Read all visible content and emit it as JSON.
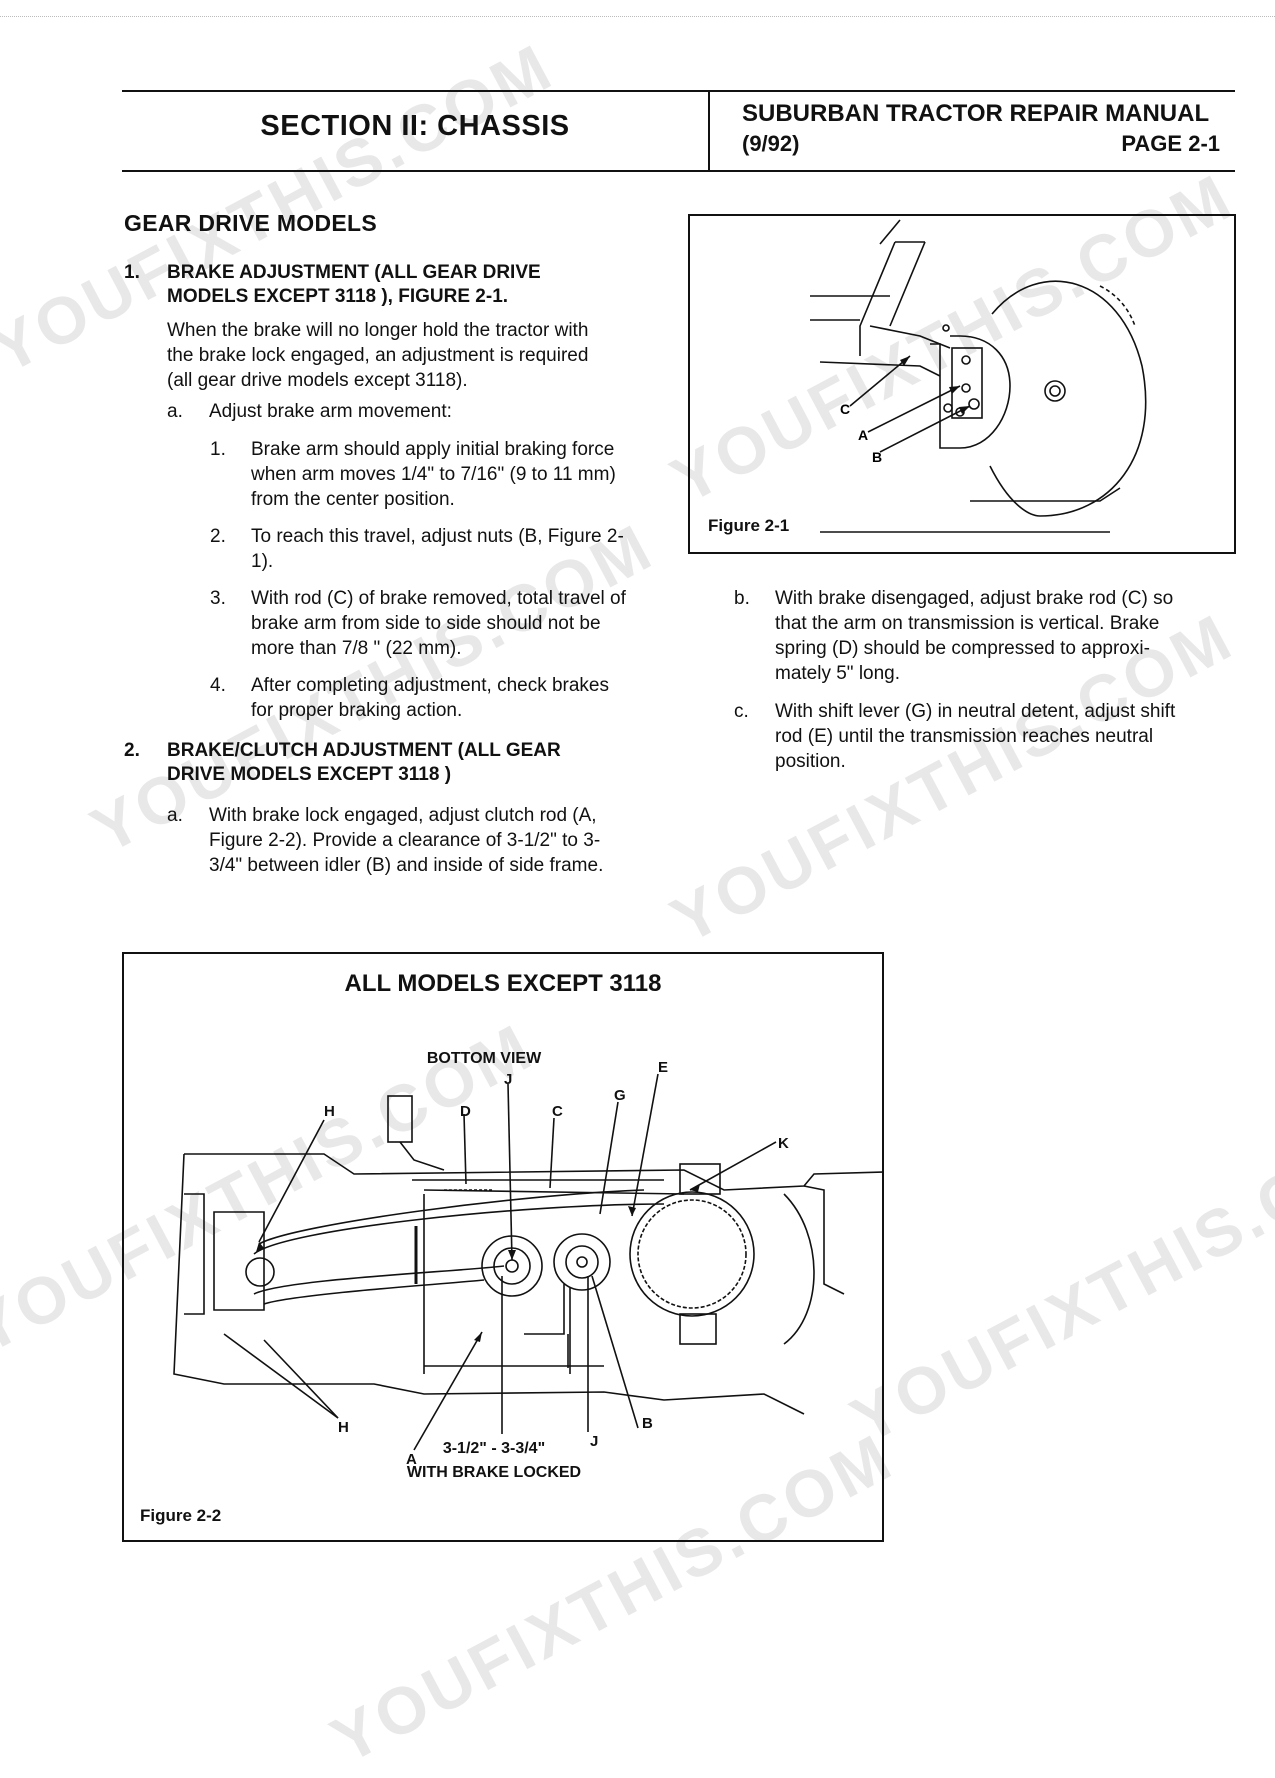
{
  "header": {
    "section_title": "SECTION II:  CHASSIS",
    "manual_title": "SUBURBAN TRACTOR REPAIR MANUAL",
    "manual_date": "(9/92)",
    "page_number": "PAGE 2-1"
  },
  "watermark": "YOUFIXTHIS.COM",
  "content": {
    "heading": "GEAR DRIVE MODELS",
    "step1": {
      "num": "1.",
      "title_line1": "BRAKE ADJUSTMENT (ALL GEAR DRIVE",
      "title_line2": "MODELS EXCEPT 3118 ), FIGURE 2-1.",
      "intro_line1": "When the brake will no longer hold the tractor with",
      "intro_line2": "the brake lock engaged, an adjustment is required",
      "intro_line3": "(all gear drive models except 3118).",
      "a_letter": "a.",
      "a_text": "Adjust brake arm movement:",
      "sub1_num": "1.",
      "sub1_l1": "Brake arm should apply initial braking force",
      "sub1_l2": "when arm moves 1/4\" to 7/16\" (9 to 11 mm)",
      "sub1_l3": "from the center position.",
      "sub2_num": "2.",
      "sub2_l1": "To reach this travel, adjust nuts (B, Figure 2-",
      "sub2_l2": "1).",
      "sub3_num": "3.",
      "sub3_l1": "With rod (C) of brake removed, total travel of",
      "sub3_l2": "brake arm from side to side should not be",
      "sub3_l3": "more than 7/8 \" (22 mm).",
      "sub4_num": "4.",
      "sub4_l1": "After completing adjustment, check brakes",
      "sub4_l2": "for proper braking action.",
      "b_letter": "b.",
      "b_l1": "With brake disengaged, adjust brake rod (C) so",
      "b_l2": "that the arm on transmission is vertical.  Brake",
      "b_l3": "spring (D) should be compressed to approxi-",
      "b_l4": "mately 5\" long.",
      "c_letter": "c.",
      "c_l1": "With shift lever (G) in neutral detent, adjust shift",
      "c_l2": "rod (E) until the transmission reaches neutral",
      "c_l3": "position."
    },
    "step2": {
      "num": "2.",
      "title_line1": "BRAKE/CLUTCH ADJUSTMENT (ALL GEAR",
      "title_line2": "DRIVE MODELS EXCEPT 3118 )",
      "a_letter": "a.",
      "a_l1": "With brake lock engaged, adjust clutch rod (A,",
      "a_l2": "Figure 2-2).  Provide a clearance of 3-1/2\" to 3-",
      "a_l3": "3/4\" between idler (B) and inside of side frame."
    }
  },
  "figure1": {
    "caption": "Figure 2-1",
    "label_a": "A",
    "label_b": "B",
    "label_c": "C"
  },
  "figure2": {
    "title": "ALL MODELS EXCEPT 3118",
    "subtitle": "BOTTOM VIEW",
    "caption": "Figure 2-2",
    "clearance_line1": "3-1/2\" - 3-3/4\"",
    "clearance_line2": "WITH BRAKE LOCKED",
    "labels": {
      "a": "A",
      "b": "B",
      "c": "C",
      "d": "D",
      "e": "E",
      "g": "G",
      "h": "H",
      "j": "J",
      "k": "K"
    }
  }
}
